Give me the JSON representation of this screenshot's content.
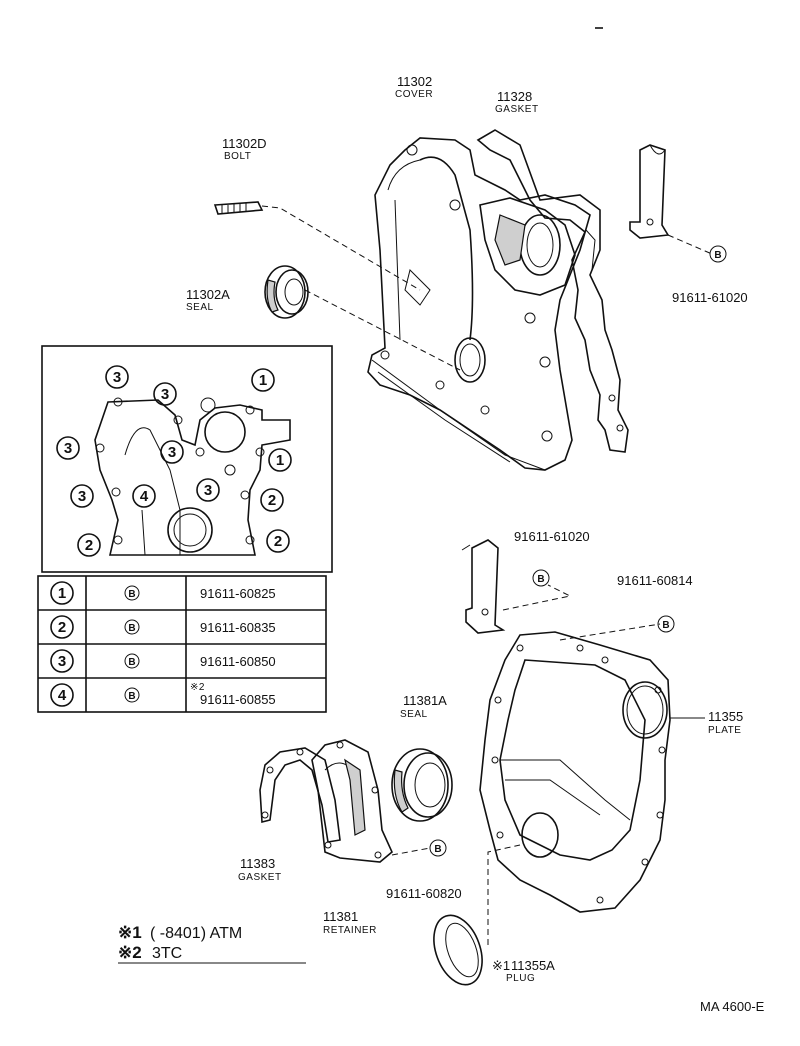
{
  "parts": {
    "cover": {
      "number": "11302",
      "name": "COVER"
    },
    "gasket_top": {
      "number": "11328",
      "name": "GASKET"
    },
    "bolt": {
      "number": "11302D",
      "name": "BOLT"
    },
    "seal_top": {
      "number": "11302A",
      "name": "SEAL"
    },
    "bolt_code_right": {
      "number": "91611-61020"
    },
    "bolt_code_mid": {
      "number": "91611-61020"
    },
    "bolt_code_plate": {
      "number": "91611-60814"
    },
    "seal_lower": {
      "number": "11381A",
      "name": "SEAL"
    },
    "plate": {
      "number": "11355",
      "name": "PLATE"
    },
    "gasket_lower": {
      "number": "11383",
      "name": "GASKET"
    },
    "retainer": {
      "number": "11381",
      "name": "RETAINER"
    },
    "bolt_code_lower": {
      "number": "91611-60820"
    },
    "plug": {
      "mark": "※1",
      "number": "11355A",
      "name": "PLUG"
    }
  },
  "bolt_symbol": "B",
  "inset": {
    "callouts": [
      "3",
      "1",
      "3",
      "3",
      "1",
      "3",
      "3",
      "4",
      "2",
      "2",
      "2",
      "3"
    ],
    "table": [
      {
        "key": "1",
        "symbol": "B",
        "note": "",
        "code": "91611-60825"
      },
      {
        "key": "2",
        "symbol": "B",
        "note": "",
        "code": "91611-60835"
      },
      {
        "key": "3",
        "symbol": "B",
        "note": "",
        "code": "91611-60850"
      },
      {
        "key": "4",
        "symbol": "B",
        "note": "※2",
        "code": "91611-60855"
      }
    ]
  },
  "notes": {
    "line1_mark": "※1",
    "line1_text": "(      -8401) ATM",
    "line2_mark": "※2",
    "line2_text": "3TC"
  },
  "figure_id": "MA 4600-E"
}
